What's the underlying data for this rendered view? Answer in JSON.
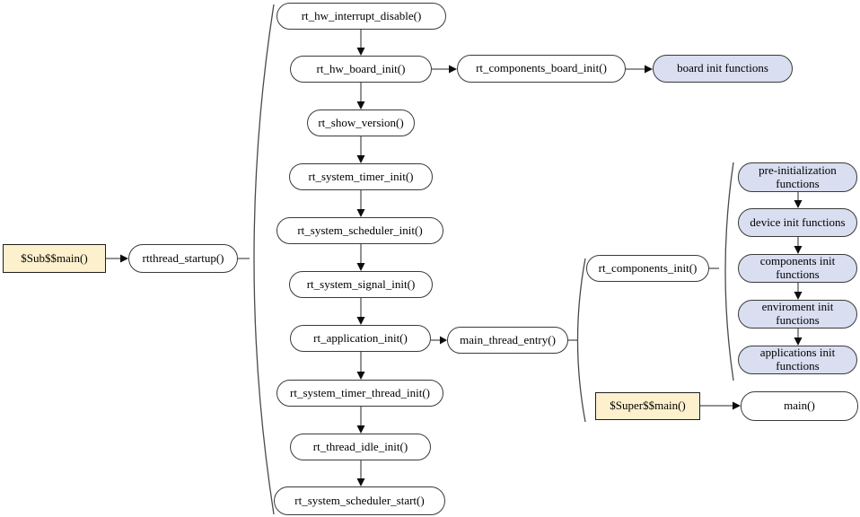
{
  "colors": {
    "background": "#ffffff",
    "node_fill": "#ffffff",
    "entry_fill": "#fdf0cd",
    "group_fill": "#d9def0",
    "border": "#3a3a3a",
    "line": "#6e6e6e",
    "arrowhead": "#0d0d0d",
    "text": "#000000"
  },
  "main_flow": {
    "entry": "$Sub$$main()",
    "startup": "rtthread_startup()",
    "steps": [
      "rt_hw_interrupt_disable()",
      "rt_hw_board_init()",
      "rt_show_version()",
      "rt_system_timer_init()",
      "rt_system_scheduler_init()",
      "rt_system_signal_init()",
      "rt_application_init()",
      "rt_system_timer_thread_init()",
      "rt_thread_idle_init()",
      "rt_system_scheduler_start()"
    ]
  },
  "board_branch": {
    "components_board_init": "rt_components_board_init()",
    "board_init_functions": "board init functions"
  },
  "thread_branch": {
    "main_thread_entry": "main_thread_entry()",
    "components_init": "rt_components_init()",
    "init_groups": [
      "pre-initialization functions",
      "device init functions",
      "components init functions",
      "enviroment init functions",
      "applications init functions"
    ],
    "super_main": "$Super$$main()",
    "main": "main()"
  }
}
